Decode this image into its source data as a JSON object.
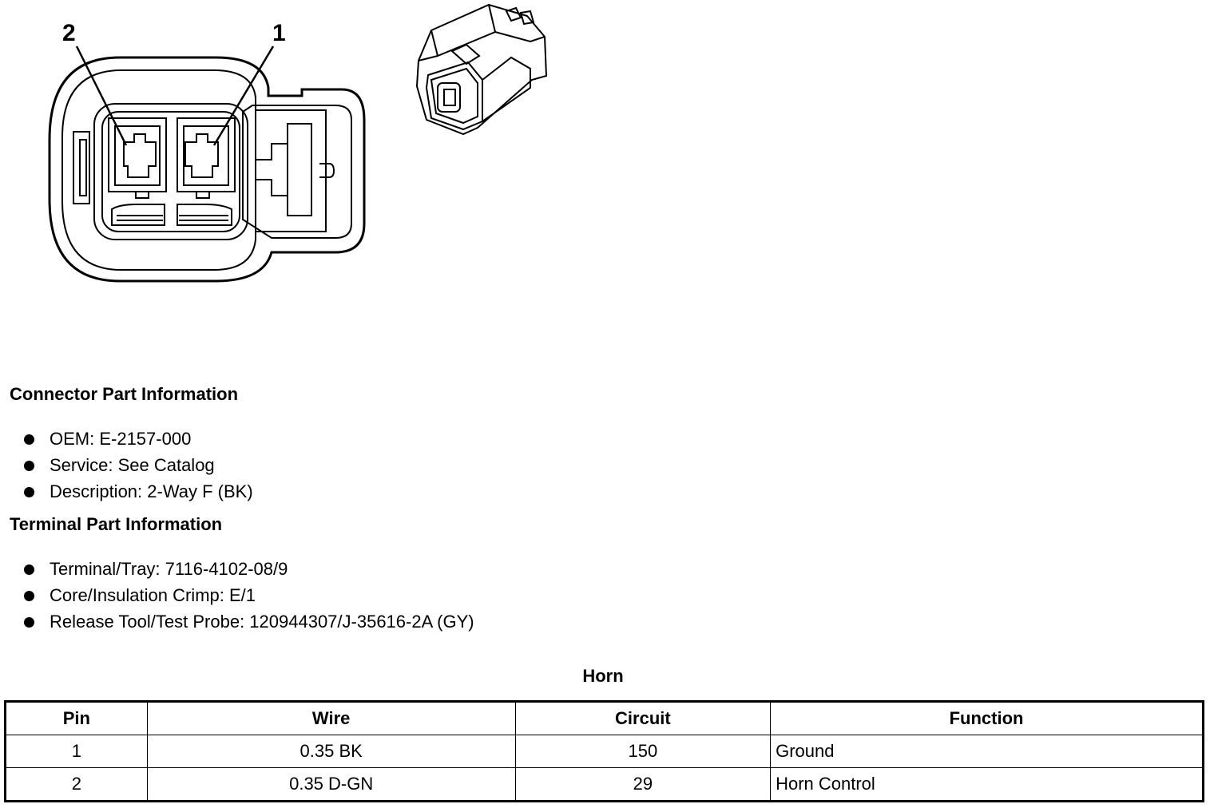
{
  "connector_view": {
    "pin_labels": [
      "2",
      "1"
    ]
  },
  "connector_part_info": {
    "heading": "Connector Part Information",
    "items": [
      "OEM: E-2157-000",
      "Service: See Catalog",
      "Description: 2-Way F (BK)"
    ]
  },
  "terminal_part_info": {
    "heading": "Terminal Part Information",
    "items": [
      "Terminal/Tray: 7116-4102-08/9",
      "Core/Insulation Crimp: E/1",
      "Release Tool/Test Probe: 120944307/J-35616-2A (GY)"
    ]
  },
  "pinout_table": {
    "title": "Horn",
    "headers": [
      "Pin",
      "Wire",
      "Circuit",
      "Function"
    ],
    "rows": [
      [
        "1",
        "0.35 BK",
        "150",
        "Ground"
      ],
      [
        "2",
        "0.35 D-GN",
        "29",
        "Horn Control"
      ]
    ]
  }
}
